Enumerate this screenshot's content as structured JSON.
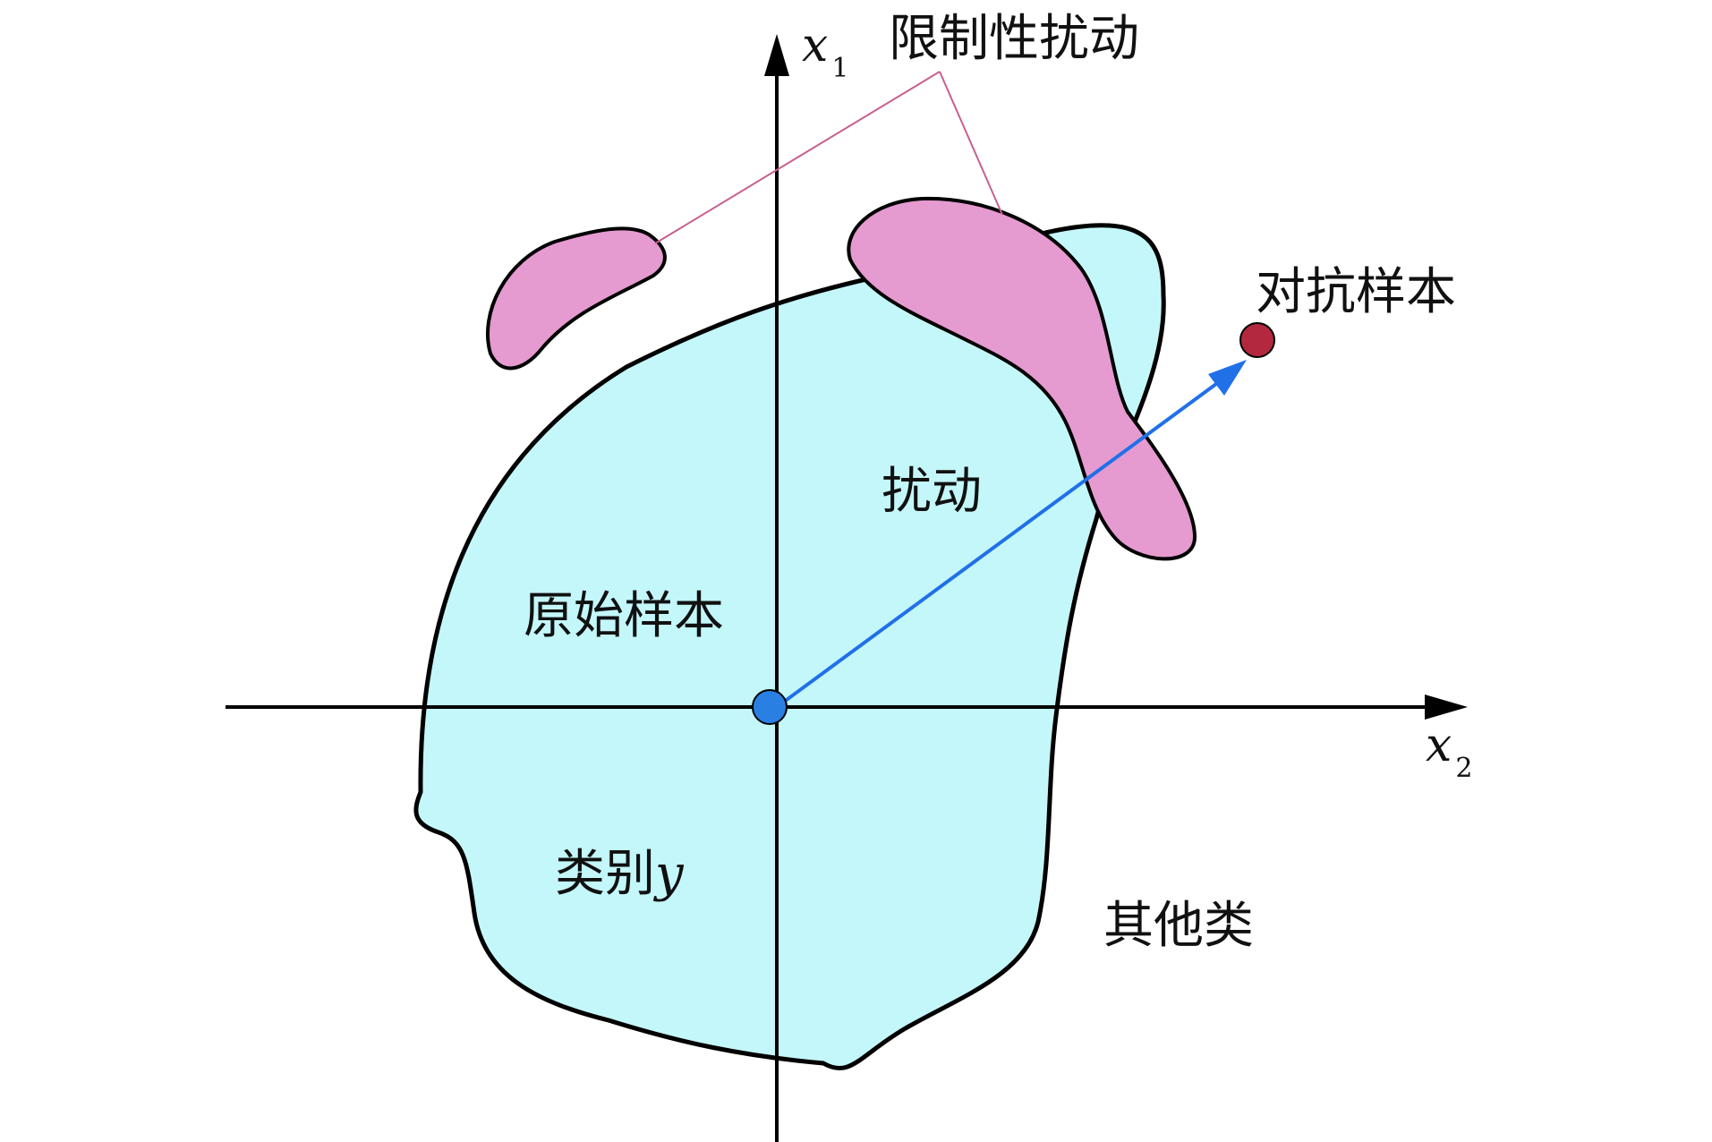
{
  "labels": {
    "restricted_perturbation": "限制性扰动",
    "adversarial_sample": "对抗样本",
    "perturbation": "扰动",
    "original_sample": "原始样本",
    "class_prefix": "类别",
    "class_var": "y",
    "other_classes": "其他类",
    "axis_x1_var": "x",
    "axis_x1_sub": "1",
    "axis_x2_var": "x",
    "axis_x2_sub": "2"
  },
  "colors": {
    "class_region_fill": "#c4f7fa",
    "perturbation_fill": "#e59ad0",
    "leader_line": "#c8608f",
    "arrow": "#2070e8",
    "original_point": "#2a7fe3",
    "adversarial_point": "#b3283e",
    "outline": "#000000",
    "axis": "#000000"
  }
}
